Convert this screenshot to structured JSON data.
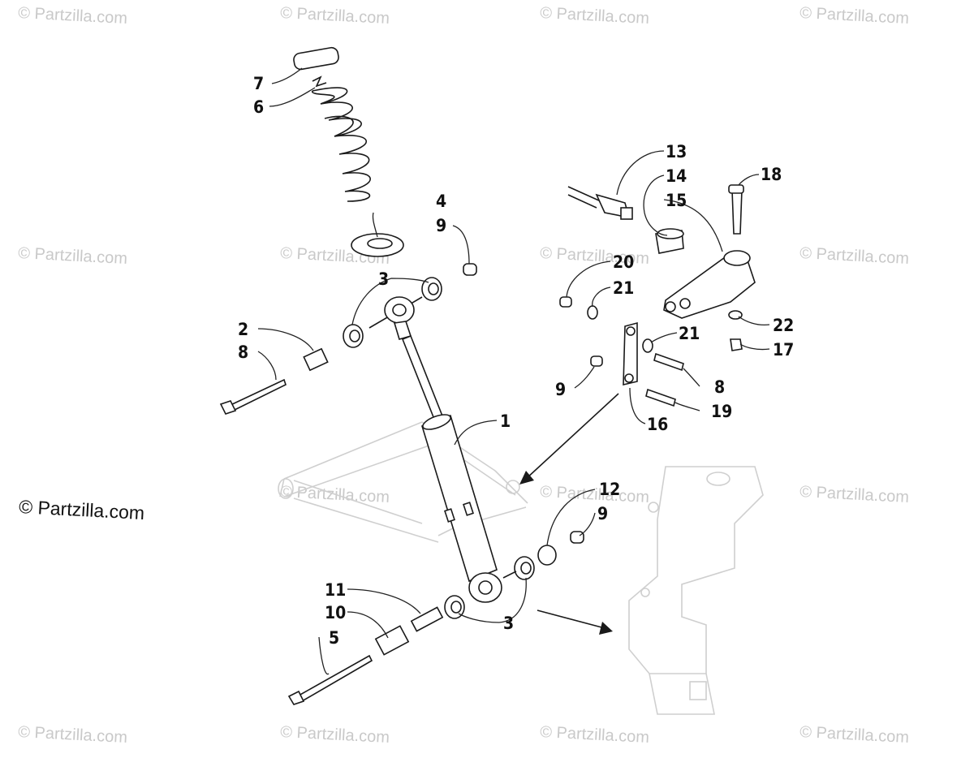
{
  "watermarks": {
    "text": "© Partzilla.com",
    "main_text": "© Partzilla.com"
  },
  "callouts": {
    "c1": "1",
    "c2": "2",
    "c3a": "3",
    "c3b": "3",
    "c4": "4",
    "c5": "5",
    "c6": "6",
    "c7": "7",
    "c8a": "8",
    "c8b": "8",
    "c9a": "9",
    "c9b": "9",
    "c9c": "9",
    "c10": "10",
    "c11": "11",
    "c12": "12",
    "c13": "13",
    "c14": "14",
    "c15": "15",
    "c16": "16",
    "c17": "17",
    "c18": "18",
    "c19": "19",
    "c20": "20",
    "c21a": "21",
    "c21b": "21",
    "c22": "22"
  },
  "colors": {
    "ink": "#1a1a1a",
    "ghost": "#cfcfcf",
    "watermark": "#c9c9c9"
  }
}
